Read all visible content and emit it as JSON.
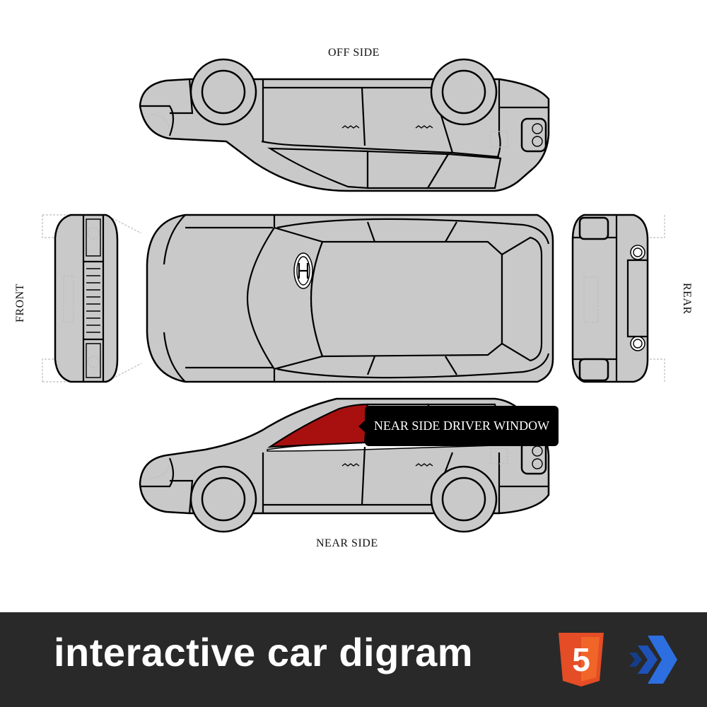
{
  "labels": {
    "off_side": "OFF SIDE",
    "near_side": "NEAR SIDE",
    "front": "FRONT",
    "rear": "REAR"
  },
  "tooltip": {
    "text": "NEAR SIDE DRIVER WINDOW"
  },
  "highlight": {
    "part": "near-side-driver-window",
    "color": "#a81010"
  },
  "colors": {
    "panel": "#c9c9c9",
    "outline": "#000000",
    "banner": "#292929",
    "html5": "#e44d26"
  },
  "icons": {
    "html5": "html5-logo-icon",
    "brand": "chevron-brand-logo-icon"
  },
  "banner": {
    "title": "interactive car digram",
    "html5_digit": "5"
  }
}
